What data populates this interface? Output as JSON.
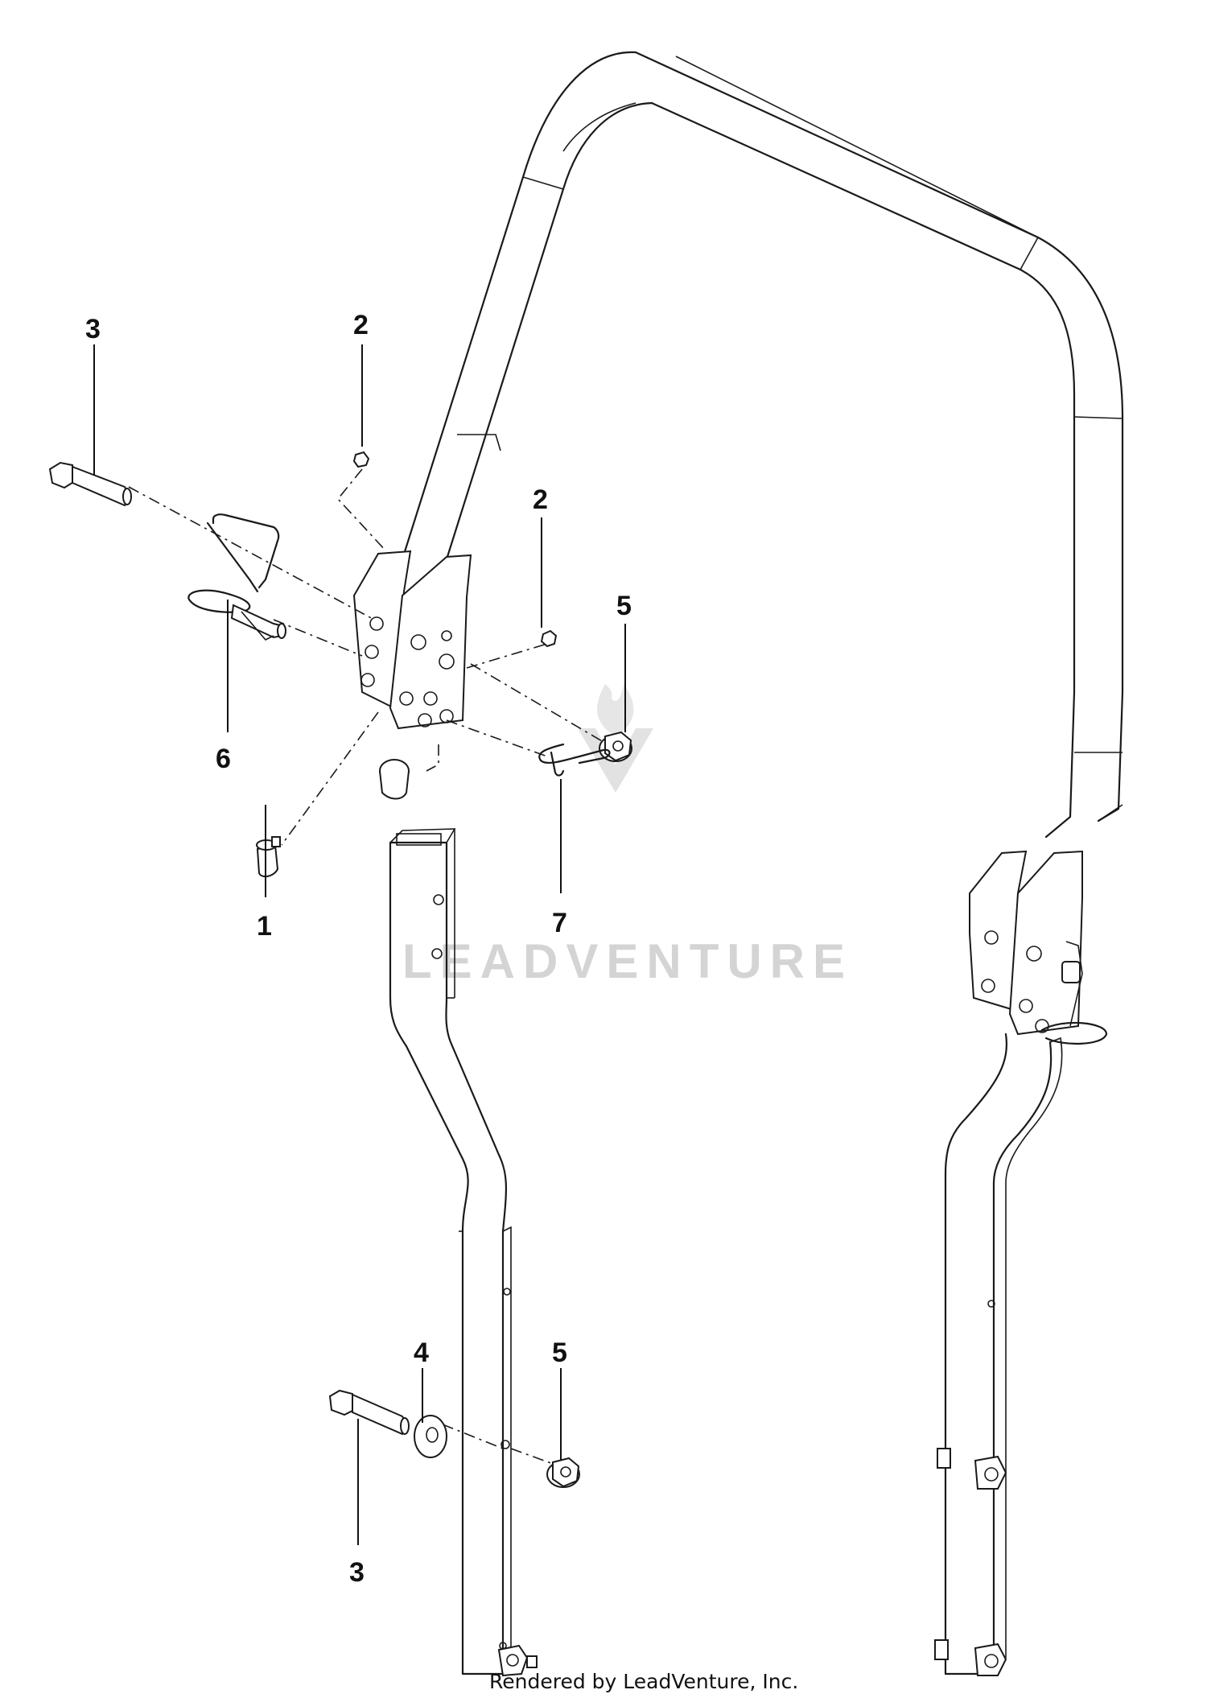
{
  "watermark": {
    "text": "LEADVENTURE"
  },
  "footer": {
    "text": "Rendered by LeadVenture, Inc."
  },
  "callouts": [
    {
      "id": "3a",
      "label": "3"
    },
    {
      "id": "2a",
      "label": "2"
    },
    {
      "id": "2b",
      "label": "2"
    },
    {
      "id": "5a",
      "label": "5"
    },
    {
      "id": "6",
      "label": "6"
    },
    {
      "id": "1",
      "label": "1"
    },
    {
      "id": "7",
      "label": "7"
    },
    {
      "id": "4",
      "label": "4"
    },
    {
      "id": "5b",
      "label": "5"
    },
    {
      "id": "3b",
      "label": "3"
    }
  ]
}
